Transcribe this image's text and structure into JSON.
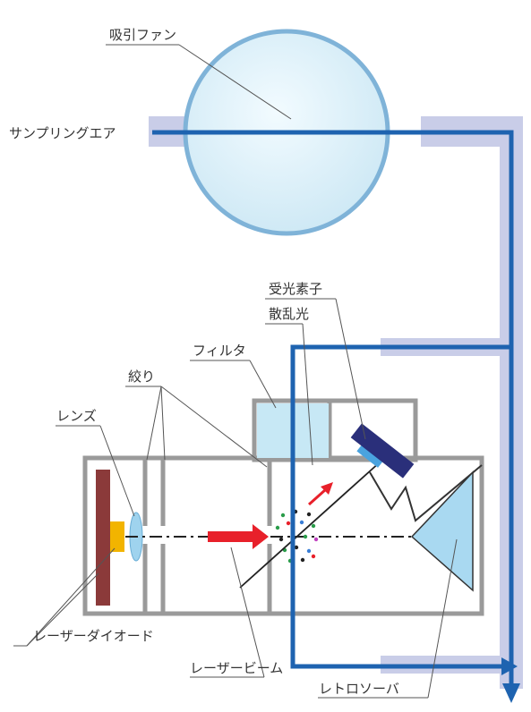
{
  "labels": {
    "fan": "吸引ファン",
    "sampling_air": "サンプリングエア",
    "detector": "受光素子",
    "scattered_light": "散乱光",
    "filter": "フィルタ",
    "aperture": "絞り",
    "lens": "レンズ",
    "laser_diode": "レーザーダイオード",
    "laser_beam": "レーザービーム",
    "retro_absorber": "レトロソーバ"
  },
  "colors": {
    "airflow": "#1e63b0",
    "pipe": "#c9cde8",
    "housing": "#9a9a9a",
    "fan_fill": "#d9eef7",
    "fan_rim": "#7fb3d8",
    "laser_diode": "#8b3a3a",
    "diode_mount": "#f2b400",
    "lens": "#9fd3ee",
    "filter": "#c7e8f5",
    "detector": "#2a2f7a",
    "detector_mount": "#4aa3df",
    "absorber": "#a9d9f1",
    "laser_arrow": "#e8202a"
  },
  "icons": {
    "fan": "circle-fan-icon",
    "laser_arrow": "red-arrow-icon",
    "particles": "particle-cloud-icon"
  }
}
